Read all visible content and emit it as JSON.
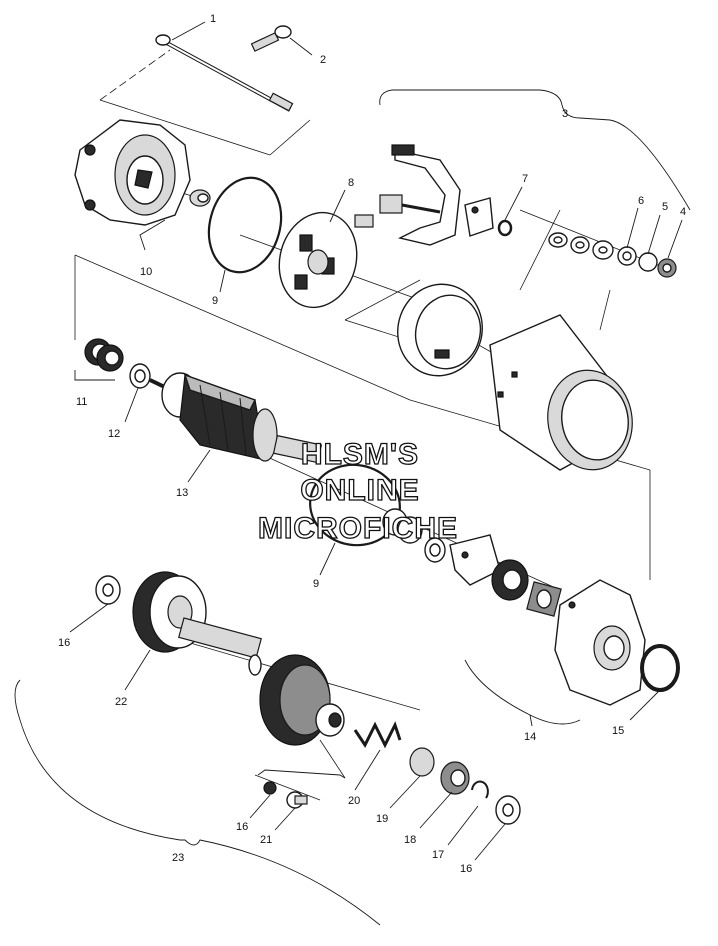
{
  "watermark": {
    "line1": "HLSM'S",
    "line2": "ONLINE",
    "line3": "MICROFICHE"
  },
  "callouts": {
    "c1": "1",
    "c2": "2",
    "c3": "3",
    "c4": "4",
    "c5": "5",
    "c6": "6",
    "c7": "7",
    "c8": "8",
    "c9a": "9",
    "c9b": "9",
    "c10": "10",
    "c11": "11",
    "c12": "12",
    "c13": "13",
    "c14": "14",
    "c15": "15",
    "c16a": "16",
    "c16b": "16",
    "c16c": "16",
    "c17": "17",
    "c18": "18",
    "c19": "19",
    "c20": "20",
    "c21": "21",
    "c22": "22",
    "c23": "23"
  }
}
